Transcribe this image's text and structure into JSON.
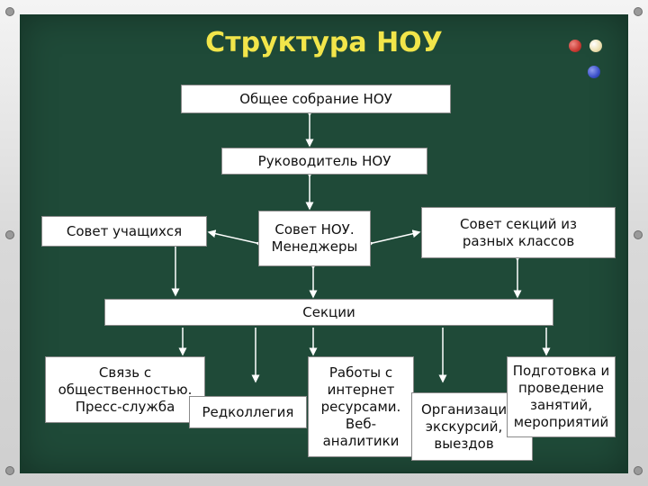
{
  "title": "Структура НОУ",
  "colors": {
    "board": "#1f4a38",
    "title": "#f2e54a",
    "connector": "#ffffff",
    "magnet_red": "#d94a43",
    "magnet_cream": "#efe3b5",
    "magnet_blue": "#3a4fc8"
  },
  "nodes": {
    "general_meeting": "Общее собрание НОУ",
    "director": "Руководитель НОУ",
    "student_council": "Совет учащихся",
    "council_managers": "Совет НОУ.\nМенеджеры",
    "sections_council": "Совет секций из\nразных классов",
    "sections": "Секции",
    "public_relations": "Связь с\nобщественностью.\nПресс-служба",
    "editorial": "Редколлегия",
    "internet_work": "Работы с\nинтернет\nресурсами.\nВеб-\nаналитики",
    "excursions": "Организаци\nэкскурсий,\nвыездов",
    "events": "Подготовка и\nпроведение\nзанятий,\nмероприятий"
  }
}
